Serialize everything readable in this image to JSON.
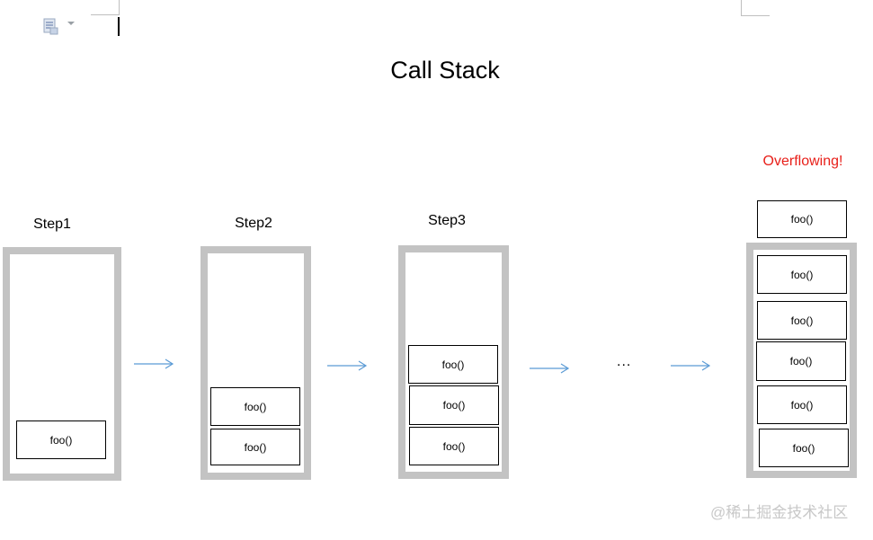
{
  "title": "Call Stack",
  "steps": [
    {
      "label": "Step1",
      "frames": [
        "foo()"
      ]
    },
    {
      "label": "Step2",
      "frames": [
        "foo()",
        "foo()"
      ]
    },
    {
      "label": "Step3",
      "frames": [
        "foo()",
        "foo()",
        "foo()"
      ]
    }
  ],
  "ellipsis": "...",
  "overflow": {
    "label": "Overflowing!",
    "label_color": "#e8201a",
    "outside_frame": "foo()",
    "frames": [
      "foo()",
      "foo()",
      "foo()",
      "foo()",
      "foo()"
    ]
  },
  "colors": {
    "stack_border": "#c3c3c3",
    "arrow": "#5b9bd5"
  },
  "watermark": "@稀土掘金技术社区"
}
